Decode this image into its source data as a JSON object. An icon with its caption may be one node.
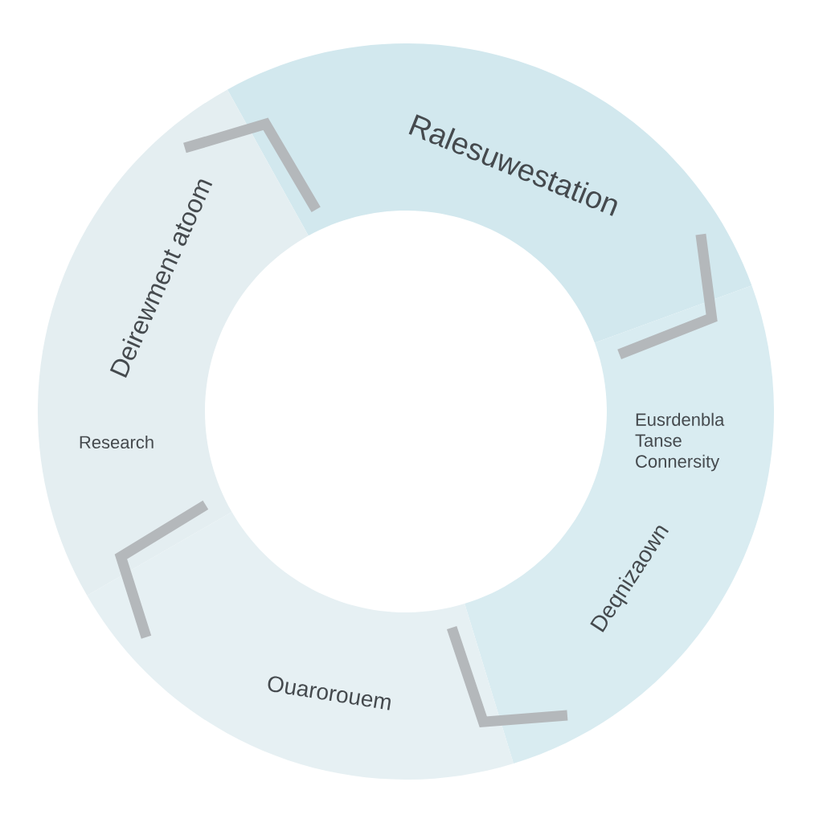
{
  "diagram": {
    "nodes": [
      {
        "text": [
          "Ralesuwestation"
        ]
      },
      {
        "text": [
          "Eusrdenbla Tanse Connersity",
          "Deqnizaown"
        ]
      },
      {
        "text": [
          "Ouarorouem"
        ]
      },
      {
        "text": [
          "Deirewment atoom",
          "Research"
        ]
      }
    ],
    "edges": [
      {
        "from": 0,
        "to": 1,
        "arrow": "none"
      },
      {
        "from": 1,
        "to": 2,
        "arrow": "none"
      },
      {
        "from": 2,
        "to": 3,
        "arrow": "none"
      },
      {
        "from": 3,
        "to": 0,
        "arrow": "none"
      }
    ]
  }
}
